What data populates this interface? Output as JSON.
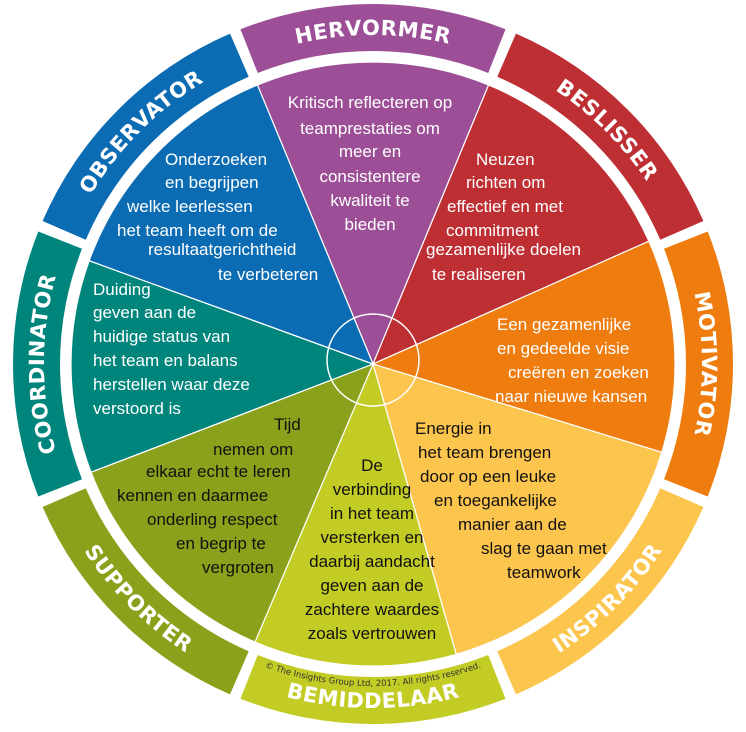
{
  "colors": {
    "hervormer": "#9c4f97",
    "beslisser": "#be2f34",
    "motivator": "#ee7c0e",
    "inspirator": "#fcc54e",
    "bemiddelaar": "#c3cc24",
    "supporter": "#8aa21b",
    "coordinator": "#00857d",
    "observator": "#0b6bb3"
  },
  "ring_labels": {
    "hervormer": "HERVORMER",
    "beslisser": "BESLISSER",
    "motivator": "MOTIVATOR",
    "inspirator": "INSPIRATOR",
    "bemiddelaar": "BEMIDDELAAR",
    "supporter": "SUPPORTER",
    "coordinator": "COORDINATOR",
    "observator": "OBSERVATOR"
  },
  "descriptions": {
    "hervormer": [
      "Kritisch reflecteren op",
      "teamprestaties om",
      "meer en",
      "consistentere",
      "kwaliteit te",
      "bieden"
    ],
    "observator": [
      "Onderzoeken",
      "en begrijpen",
      "welke leerlessen",
      "het team heeft om de",
      "resultaatgerichtheid",
      "te verbeteren"
    ],
    "beslisser": [
      "Neuzen",
      "richten om",
      "effectief en met",
      "commitment",
      "gezamenlijke doelen",
      "te realiseren"
    ],
    "motivator": [
      "Een gezamenlijke",
      "en gedeelde visie",
      "creëren en zoeken",
      "naar nieuwe kansen"
    ],
    "coordinator": [
      "Duiding",
      "geven aan de",
      "huidige status van",
      "het team en balans",
      "herstellen waar deze",
      "verstoord is"
    ],
    "supporter": [
      "Tijd",
      "nemen om",
      "elkaar echt te leren",
      "kennen en daarmee",
      "onderling respect",
      "en begrip te",
      "vergroten"
    ],
    "inspirator": [
      "Energie in",
      "het team brengen",
      "door op een leuke",
      "en toegankelijke",
      "manier aan de",
      "slag te gaan met",
      "teamwork"
    ],
    "bemiddelaar": [
      "De",
      "verbinding",
      "in het team",
      "versterken en",
      "daarbij aandacht",
      "geven aan de",
      "zachtere waardes",
      "zoals vertrouwen"
    ]
  },
  "copyright": "© The Insights Group Ltd, 2017. All rights reserved."
}
